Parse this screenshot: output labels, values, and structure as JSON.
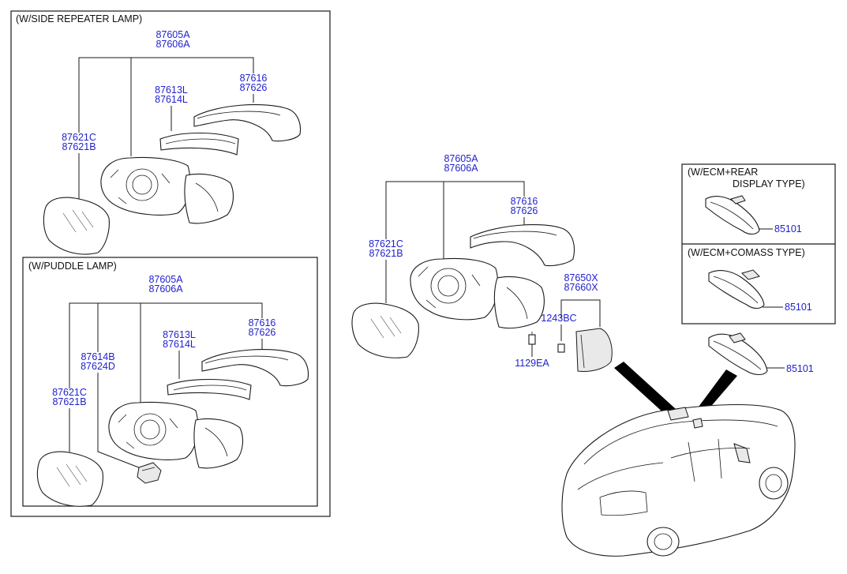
{
  "boxes": {
    "side_repeater": {
      "title": "(W/SIDE REPEATER LAMP)",
      "assy": [
        "87605A",
        "87606A"
      ],
      "cover": [
        "87616",
        "87626"
      ],
      "repeater": [
        "87613L",
        "87614L"
      ],
      "glass": [
        "87621C",
        "87621B"
      ]
    },
    "puddle": {
      "title": "(W/PUDDLE LAMP)",
      "assy": [
        "87605A",
        "87606A"
      ],
      "lamp": [
        "87614B",
        "87624D"
      ],
      "repeater": [
        "87613L",
        "87614L"
      ],
      "cover": [
        "87616",
        "87626"
      ],
      "glass": [
        "87621C",
        "87621B"
      ]
    },
    "ecm_rear": {
      "title_line1": "(W/ECM+REAR",
      "title_line2": "DISPLAY TYPE)",
      "part": "85101"
    },
    "ecm_compass": {
      "title": "(W/ECM+COMASS TYPE)",
      "part": "85101"
    }
  },
  "main": {
    "assy": [
      "87605A",
      "87606A"
    ],
    "cover": [
      "87616",
      "87626"
    ],
    "glass": [
      "87621C",
      "87621B"
    ],
    "trim": [
      "87650X",
      "87660X"
    ],
    "screw": "1243BC",
    "bolt": "1129EA",
    "inside_mirror": "85101"
  }
}
